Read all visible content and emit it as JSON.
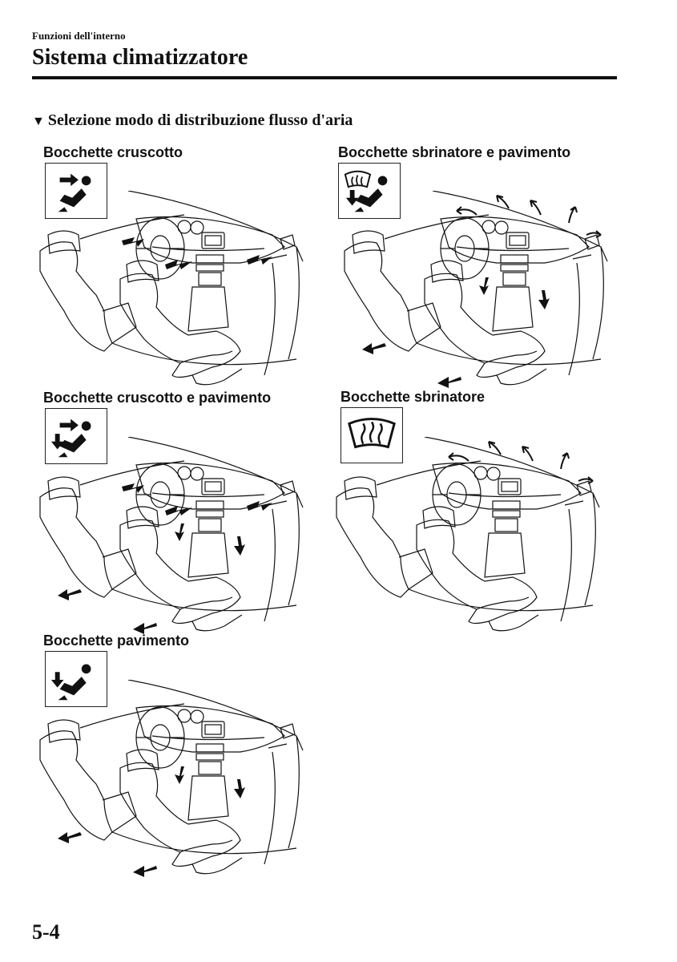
{
  "header": {
    "chapter": "Funzioni dell'interno",
    "title": "Sistema climatizzatore"
  },
  "section": {
    "marker": "▼",
    "title": "Selezione modo di distribuzione flusso d'aria"
  },
  "panels": [
    {
      "label": "Bocchette cruscotto",
      "icon": "dashboard-vent-mode-icon"
    },
    {
      "label": "Bocchette sbrinatore e pavimento",
      "icon": "defroster-floor-mode-icon"
    },
    {
      "label": "Bocchette cruscotto e pavimento",
      "icon": "bi-level-mode-icon"
    },
    {
      "label": "Bocchette sbrinatore",
      "icon": "defroster-mode-icon"
    },
    {
      "label": "Bocchette pavimento",
      "icon": "floor-mode-icon"
    }
  ],
  "footer": {
    "page": "5-4"
  }
}
